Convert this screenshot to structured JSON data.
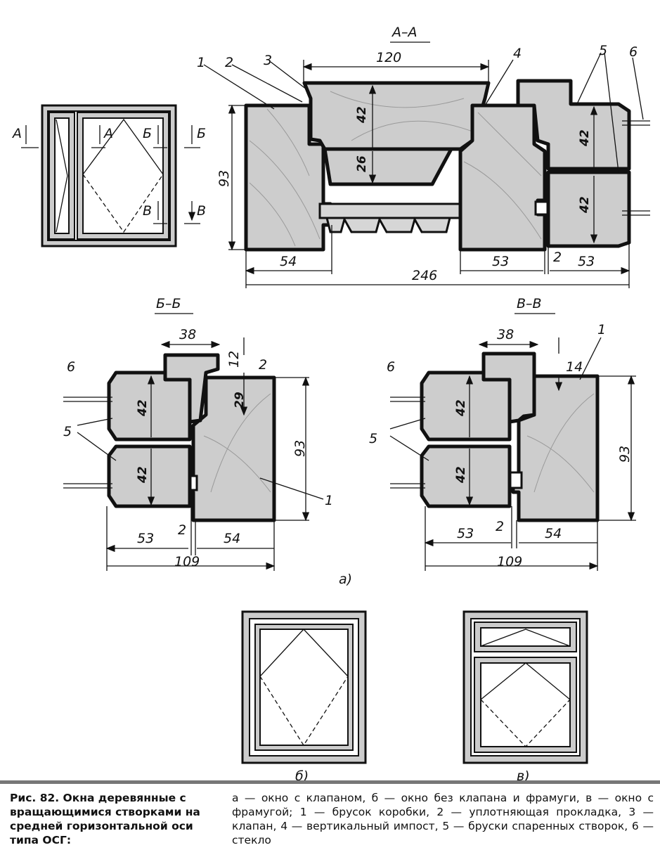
{
  "figure": {
    "caption_title": "Рис. 82. Окна деревянные с вращающимися створками на средней горизонтальной оси типа ОСГ:",
    "caption_body": "а — окно с клапаном, б — окно без клапана и фрамуги, в — окно с фрамугой; 1 — брусок коробки, 2 — уплотняющая прокладка, 3 — клапан, 4 — вертикальный импост, 5 — бруски спаренных створок, 6 — стекло"
  },
  "section_aa": {
    "title": "А–А",
    "labels": [
      "1",
      "2",
      "3",
      "4",
      "5",
      "6"
    ],
    "dims": {
      "top": "120",
      "h_klapan": "42",
      "h_lower": "26",
      "height": "93",
      "left": "54",
      "total": "246",
      "impost": "53",
      "gap": "2",
      "sash": "53",
      "sash_top": "42",
      "sash_bottom": "42"
    }
  },
  "elevation": {
    "cut_a": "А",
    "cut_b": "Б",
    "cut_v": "В"
  },
  "section_bb": {
    "title": "Б–Б",
    "labels": {
      "glass": "6",
      "sash": "5",
      "frame": "1",
      "seal": "2"
    },
    "dims": {
      "top": "38",
      "d12": "12",
      "d29": "29",
      "height": "93",
      "sash_top": "42",
      "sash_bottom": "42",
      "left": "53",
      "gap": "2",
      "right": "54",
      "total": "109"
    }
  },
  "section_vv": {
    "title": "В–В",
    "labels": {
      "glass": "6",
      "sash": "5",
      "frame": "1"
    },
    "dims": {
      "top": "38",
      "d14": "14",
      "height": "93",
      "sash_top": "42",
      "sash_bottom": "42",
      "left": "53",
      "gap": "2",
      "right": "54",
      "total": "109"
    }
  },
  "subfigures": {
    "a": "а)",
    "b": "б)",
    "v": "в)"
  }
}
